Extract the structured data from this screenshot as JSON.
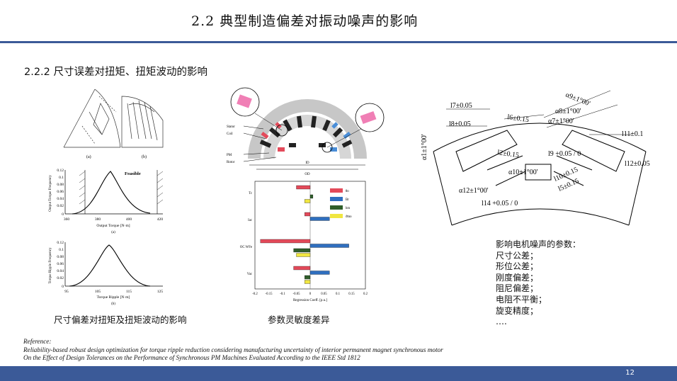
{
  "slide": {
    "title": "2.2  典型制造偏差对振动噪声的影响",
    "subtitle": "2.2.2 尺寸误差对扭矩、扭矩波动的影响",
    "page_number": "12",
    "colors": {
      "accent": "#3b5a98"
    }
  },
  "captions": {
    "left": "尺寸偏差对扭矩及扭矩波动的影响",
    "middle": "参数灵敏度差异"
  },
  "params": {
    "heading": "影响电机噪声的参数：",
    "items": [
      "尺寸公差；",
      "形位公差；",
      "刚度偏差；",
      "阻尼偏差；",
      "电阻不平衡；",
      "旋变精度；",
      "…."
    ]
  },
  "references": {
    "label": "Reference:",
    "lines": [
      "Reliability-based robust design optimization for torque ripple reduction considering manufacturing uncertainty of interior permanent magnet synchronous motor",
      "On the Effect of Design Tolerances on the Performance of Synchronous PM Machines Evaluated According to the IEEE Std 1812"
    ]
  },
  "figure_left": {
    "label_a": "(a)",
    "label_b": "(b)",
    "plot1": {
      "ylabel": "Output Torque Frequency",
      "xlabel": "Output Torque [N·m]",
      "annotation": "Feasible",
      "sublabel": "(a)",
      "yticks": [
        "0.12",
        "0.1",
        "0.08",
        "0.06",
        "0.04",
        "0.02",
        "0"
      ],
      "xticks": [
        "360",
        "380",
        "400",
        "420"
      ]
    },
    "plot2": {
      "ylabel": "Torque Ripple Frequency",
      "xlabel": "Torque Ripple [N·m]",
      "sublabel": "(b)",
      "yticks": [
        "0.12",
        "0.1",
        "0.08",
        "0.06",
        "0.04",
        "0.02",
        "0"
      ],
      "xticks": [
        "95",
        "105",
        "115",
        "125"
      ]
    }
  },
  "figure_middle": {
    "labels": {
      "stator": "Stator",
      "coil": "Coil",
      "pm": "PM",
      "rotor": "Rotor",
      "id": "ID",
      "od": "OD"
    },
    "chart_data": {
      "type": "bar",
      "orientation": "horizontal",
      "categories": [
        "Tc",
        "Iac",
        "OC WFe",
        "Vac"
      ],
      "legend": [
        "θo",
        "Br",
        "hm",
        "ϑmo"
      ],
      "xlabel": "Regression Coeff. [p.u.]",
      "xticks": [
        "-0.2",
        "-0.15",
        "-0.1",
        "-0.05",
        "0",
        "0.05",
        "0.1",
        "0.15",
        "0.2"
      ],
      "xlim": [
        -0.2,
        0.2
      ],
      "series": [
        {
          "name": "θo",
          "values": [
            -0.05,
            -0.02,
            -0.18,
            -0.06
          ]
        },
        {
          "name": "Br",
          "values": [
            0.0,
            0.07,
            0.14,
            0.07
          ]
        },
        {
          "name": "hm",
          "values": [
            0.01,
            0.0,
            -0.06,
            -0.02
          ]
        },
        {
          "name": "ϑmo",
          "values": [
            -0.02,
            0.0,
            -0.05,
            -0.02
          ]
        }
      ]
    }
  },
  "figure_right": {
    "tol_l7": "l7±0.05",
    "tol_l8": "l8±0.05",
    "tol_l6": "l6±0.15",
    "tol_a8": "α8±1°00'",
    "tol_a7": "α7±1°00'",
    "tol_a9": "α9±1°00'",
    "tol_l11": "l11±0.1",
    "tol_a1": "α1±1°00'",
    "tol_l2": "l2±0.15",
    "tol_l9": "l9 +0.05 / 0",
    "tol_a10": "α10±1°00'",
    "tol_l10": "l10±0.15",
    "tol_l5": "l5±0.15",
    "tol_l12": "l12±0.05",
    "tol_a12": "α12±1°00'",
    "tol_l14": "l14 +0.05 / 0"
  }
}
